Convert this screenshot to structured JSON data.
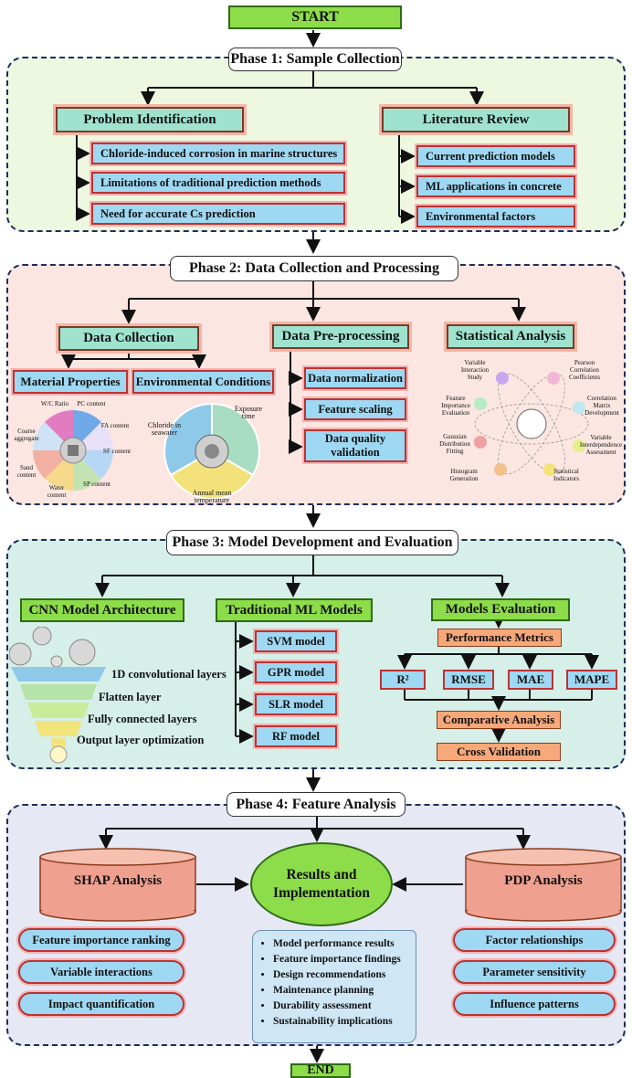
{
  "start": "START",
  "end": "END",
  "phase1": {
    "title": "Phase 1: Sample Collection",
    "problem": {
      "title": "Problem Identification",
      "items": [
        "Chloride-induced corrosion in marine structures",
        "Limitations of traditional prediction methods",
        "Need for accurate Cs prediction"
      ]
    },
    "literature": {
      "title": "Literature Review",
      "items": [
        "Current prediction models",
        "ML applications in concrete",
        "Environmental factors"
      ]
    }
  },
  "phase2": {
    "title": "Phase 2: Data Collection and Processing",
    "data_collection": "Data Collection",
    "material": "Material Properties",
    "environmental": "Environmental Conditions",
    "material_wheel": [
      "W/C Ratio",
      "PC content",
      "FA content",
      "SF content",
      "SP content",
      "Water content",
      "Sand content",
      "Coarse aggregate"
    ],
    "env_wheel": [
      "Chloride in seawater",
      "Exposure time",
      "Annual mean temperature"
    ],
    "preprocessing": {
      "title": "Data Pre-processing",
      "items": [
        "Data normalization",
        "Feature scaling",
        "Data quality validation"
      ]
    },
    "statistical": {
      "title": "Statistical Analysis",
      "items": [
        "Variable Interaction Study",
        "Pearson Correlation Coefficients",
        "Correlation Matrix Development",
        "Variable Interdependence Assessment",
        "Statistical Indicators",
        "Histogram Generation",
        "Gaussian Distribution Fitting",
        "Feature Importance Evaluation"
      ]
    }
  },
  "phase3": {
    "title": "Phase 3: Model Development and Evaluation",
    "cnn": {
      "title": "CNN Model Architecture",
      "layers": [
        "1D convolutional layers",
        "Flatten layer",
        "Fully connected layers",
        "Output layer optimization"
      ]
    },
    "traditional": {
      "title": "Traditional ML Models",
      "items": [
        "SVM model",
        "GPR model",
        "SLR model",
        "RF model"
      ]
    },
    "evaluation": {
      "title": "Models Evaluation",
      "performance": "Performance Metrics",
      "metrics": [
        "R²",
        "RMSE",
        "MAE",
        "MAPE"
      ],
      "comparative": "Comparative Analysis",
      "cross": "Cross Validation"
    }
  },
  "phase4": {
    "title": "Phase 4: Feature Analysis",
    "shap": {
      "title": "SHAP Analysis",
      "items": [
        "Feature importance ranking",
        "Variable interactions",
        "Impact quantification"
      ]
    },
    "results": "Results and Implementation",
    "pdp": {
      "title": "PDP Analysis",
      "items": [
        "Factor relationships",
        "Parameter sensitivity",
        "Influence patterns"
      ]
    },
    "bullets": [
      "Model performance results",
      "Feature importance findings",
      "Design recommendations",
      "Maintenance planning",
      "Durability assessment",
      "Sustainability implications"
    ]
  }
}
